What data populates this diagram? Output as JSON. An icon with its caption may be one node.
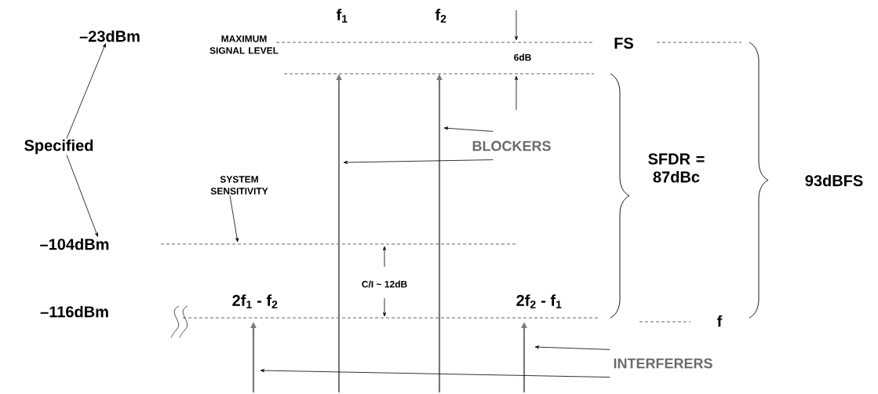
{
  "diagram": {
    "nodes": [
      {
        "text": [
          "Specified"
        ]
      },
      {
        "text": [
          "–23dBm"
        ]
      },
      {
        "text": [
          "–104dBm"
        ]
      },
      {
        "text": [
          "SYSTEM SENSITIVITY"
        ]
      },
      {
        "text": [
          "BLOCKERS"
        ]
      },
      {
        "text": [
          "INTERFERERS"
        ]
      }
    ],
    "edges": [
      {
        "from": 0,
        "to": 1,
        "arrow": "to"
      },
      {
        "from": 0,
        "to": 2,
        "arrow": "to"
      },
      {
        "from": 3,
        "to": null,
        "arrow": "to"
      },
      {
        "from": 4,
        "to": null,
        "arrow": "to"
      },
      {
        "from": 4,
        "to": null,
        "arrow": "to"
      },
      {
        "from": 5,
        "to": null,
        "arrow": "to"
      },
      {
        "from": 5,
        "to": null,
        "arrow": "to"
      }
    ],
    "labels": [
      "f$_{1}$",
      "f$_{2}$",
      "MAXIMUM SIGNAL LEVEL",
      "FS",
      "6dB",
      "SFDR = 87dBc",
      "93dBFS",
      "C/I ~ 12dB",
      "–116dBm",
      "2f$_{1}$ - f$_{2}$",
      "2f$_{2}$ - f$_{1}$",
      "f"
    ]
  }
}
